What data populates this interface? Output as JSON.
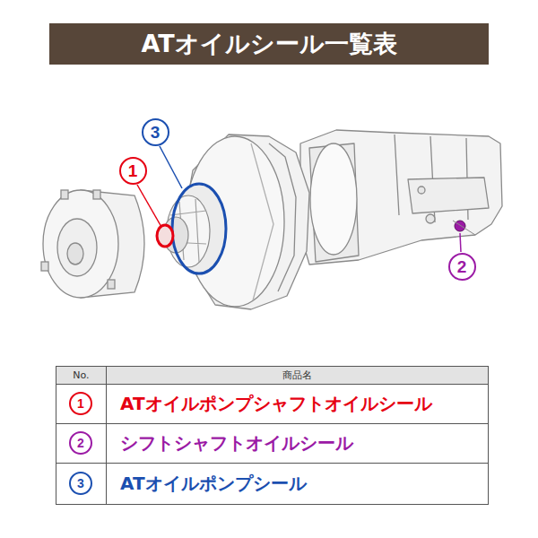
{
  "diagram": {
    "title": "ATオイルシール一覧表",
    "nodes": [
      {
        "text": [
          "3"
        ]
      },
      {
        "text": [
          "1"
        ]
      },
      {
        "text": [
          "2"
        ]
      },
      {
        "text": [
          "1"
        ]
      },
      {
        "text": [
          "2"
        ]
      },
      {
        "text": [
          "3"
        ]
      }
    ],
    "labels": [
      "No.",
      "商品名",
      "ATオイルポンプシャフトオイルシール",
      "シフトシャフトオイルシール",
      "ATオイルポンプシール"
    ]
  }
}
